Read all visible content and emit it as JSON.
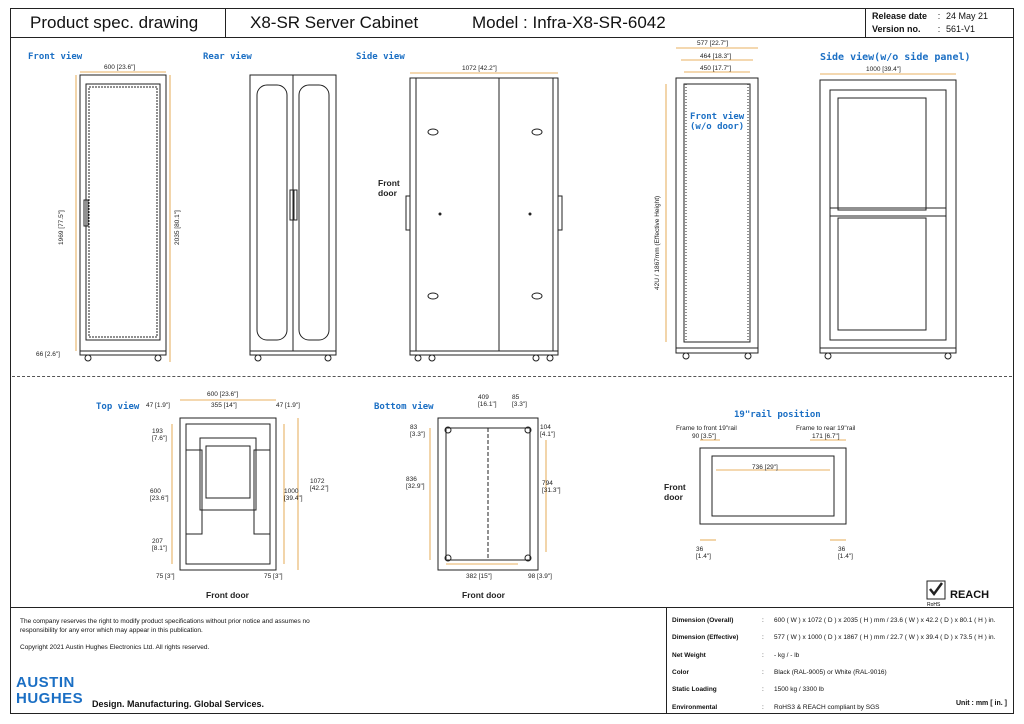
{
  "header": {
    "title": "Product spec. drawing",
    "product": "X8-SR Server Cabinet",
    "model": "Model : Infra-X8-SR-6042",
    "release_label": "Release date",
    "release_value": "24 May 21",
    "version_label": "Version no.",
    "version_value": "561-V1"
  },
  "views": {
    "front": "Front view",
    "rear": "Rear view",
    "side": "Side view",
    "side_panel": "Side view(w/o side panel)",
    "front_wo_door": "Front view\n(w/o door)",
    "top": "Top view",
    "bottom": "Bottom view",
    "rail": "19\"rail position"
  },
  "dims": {
    "front_w": "600 [23.6\"]",
    "front_h": "1969 [77.5\"]",
    "front_h2": "2035 [80.1\"]",
    "front_foot": "66 [2.6\"]",
    "side_w": "1072 [42.2\"]",
    "fwd_577": "577 [22.7\"]",
    "fwd_464": "464 [18.3\"]",
    "fwd_450": "450 [17.7\"]",
    "fwd_h": "42U / 1867mm (Effective Height)",
    "sp_w": "1000 [39.4\"]",
    "top_600": "600 [23.6\"]",
    "top_47a": "47 [1.9\"]",
    "top_355": "355 [14\"]",
    "top_47b": "47 [1.9\"]",
    "top_193": "193\n[7.6\"]",
    "top_600v": "600\n[23.6\"]",
    "top_207": "207\n[8.1\"]",
    "top_1000": "1000\n[39.4\"]",
    "top_1072": "1072\n[42.2\"]",
    "top_75a": "75 [3\"]",
    "top_75b": "75 [3\"]",
    "bot_409": "409\n[16.1\"]",
    "bot_85": "85\n[3.3\"]",
    "bot_83": "83\n[3.3\"]",
    "bot_104": "104\n[4.1\"]",
    "bot_836": "836\n[32.9\"]",
    "bot_794": "794\n[31.3\"]",
    "bot_382": "382 [15\"]",
    "bot_98": "98 [3.9\"]",
    "rail_f2f": "Frame to front 19\"rail",
    "rail_f2r": "Frame to rear 19\"rail",
    "rail_90": "90 [3.5\"]",
    "rail_171": "171 [6.7\"]",
    "rail_736": "736 [29\"]",
    "rail_36a": "36\n[1.4\"]",
    "rail_36b": "36\n[1.4\"]"
  },
  "notes": {
    "front_door_side": "Front\ndoor",
    "front_door_top": "Front door",
    "front_door_bottom": "Front door",
    "front_door_rail": "Front\ndoor"
  },
  "footer": {
    "disclaimer": "The company reserves the right to modify product specifications without prior notice and assumes no responsibility for any error which may appear in this publication.",
    "copyright": "Copyright 2021 Austin Hughes Electronics Ltd. All rights reserved.",
    "logo_top": "AUSTIN",
    "logo_bottom": "HUGHES",
    "tagline": "Design. Manufacturing. Global Services.",
    "unit": "Unit : mm [ in. ]",
    "reach": "REACH",
    "rohs": "RoHS"
  },
  "specs": [
    {
      "k": "Dimension (Overall)",
      "v": "600 ( W ) x 1072 ( D ) x 2035 ( H ) mm / 23.6 ( W ) x 42.2 ( D ) x 80.1 ( H ) in."
    },
    {
      "k": "Dimension (Effective)",
      "v": "577 ( W ) x 1000 ( D ) x 1867 ( H ) mm / 22.7 ( W ) x 39.4 ( D ) x 73.5 ( H ) in."
    },
    {
      "k": "Net Weight",
      "v": "- kg / - lb"
    },
    {
      "k": "Color",
      "v": "Black (RAL-9005) or White (RAL-9016)"
    },
    {
      "k": "Static Loading",
      "v": "1500 kg / 3300 lb"
    },
    {
      "k": "Environmental",
      "v": "RoHS3 &  REACH compliant by SGS"
    }
  ]
}
